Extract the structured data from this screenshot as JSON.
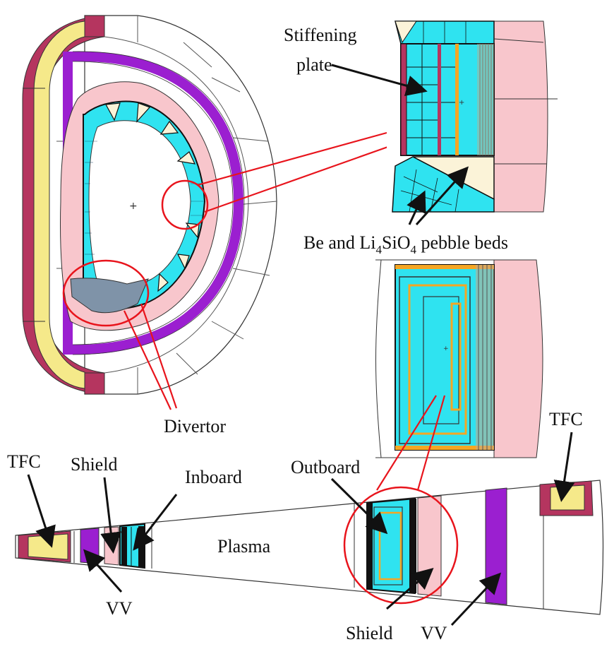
{
  "labels": {
    "stiffening_line1": "Stiffening",
    "stiffening_line2": "plate",
    "pebble_beds_prefix": "Be and Li",
    "pebble_beds_sub1": "4",
    "pebble_beds_mid": "SiO",
    "pebble_beds_sub2": "4",
    "pebble_beds_suffix": " pebble beds",
    "divertor": "Divertor",
    "tfc_left": "TFC",
    "tfc_right": "TFC",
    "shield_top": "Shield",
    "inboard": "Inboard",
    "outboard": "Outboard",
    "plasma": "Plasma",
    "vv_left": "VV",
    "shield_bottom": "Shield",
    "vv_right": "VV"
  },
  "colors": {
    "tfc_yellow": "#f5e98a",
    "tfc_maroon": "#b5355f",
    "vv_purple": "#9b1fd0",
    "shield_pink": "#f8c6cc",
    "blanket_cyan": "#2fe3f0",
    "pebble_cream": "#fbf3d8",
    "divertor_gray": "#7f93a8",
    "orange": "#f5a623",
    "annotation_red": "#e8141c",
    "line_black": "#111111"
  }
}
